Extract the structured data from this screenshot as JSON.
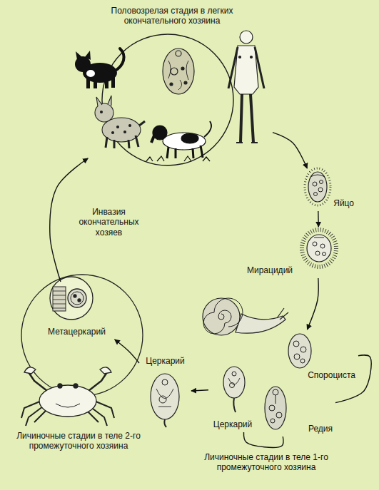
{
  "diagram": {
    "nodes": [
      {
        "text": [
          "Половозрелая стадия в легких окончательного хозяина"
        ]
      },
      {
        "text": [
          "Яйцо"
        ]
      },
      {
        "text": [
          "Мирацидий"
        ]
      },
      {
        "text": [
          "Спороциста"
        ]
      },
      {
        "text": [
          "Редия"
        ]
      },
      {
        "text": [
          "Церкарий"
        ]
      },
      {
        "text": [
          "Церкарий"
        ]
      },
      {
        "text": [
          "Метацеркарий"
        ]
      }
    ],
    "edges": [
      {
        "from": 0,
        "to": 1,
        "arrow": "to"
      },
      {
        "from": 1,
        "to": 2,
        "arrow": "to"
      },
      {
        "from": 2,
        "to": 3,
        "arrow": "to"
      },
      {
        "from": 3,
        "to": 4,
        "arrow": "none"
      },
      {
        "from": 4,
        "to": 5,
        "arrow": "none"
      },
      {
        "from": 5,
        "to": 6,
        "arrow": "to"
      },
      {
        "from": 6,
        "to": 7,
        "arrow": "to"
      },
      {
        "from": 7,
        "to": 0,
        "arrow": "to",
        "label": "Инвазия окончательных хозяев"
      }
    ],
    "labels": [
      "Личиночные стадии в теле 2-го промежуточного хозяина",
      "Личиночные стадии в теле 1-го промежуточного хозяина"
    ]
  }
}
